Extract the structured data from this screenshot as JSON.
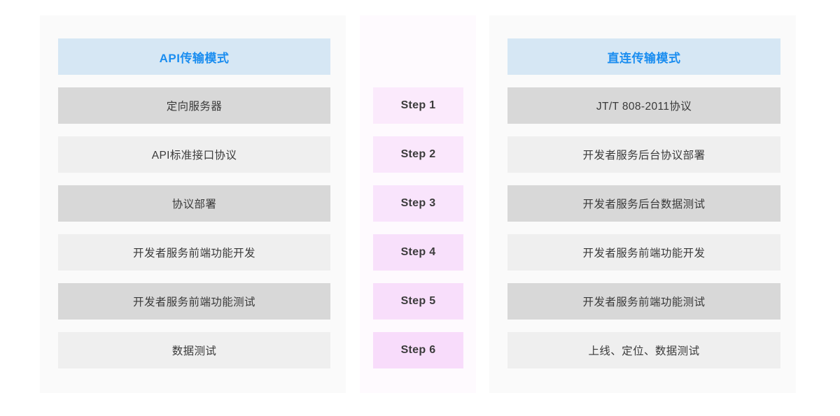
{
  "theme": {
    "page_background": "#ffffff",
    "panel_background": "#fafafa",
    "panel_background_middle": "#fefafe",
    "header_background": "#d6e7f4",
    "header_text_color": "#1a8df0",
    "row_dark": "#d8d8d8",
    "row_light": "#efefef",
    "row_text_color": "#3a3a3a",
    "step_colors": [
      "#fbeafc",
      "#fae7fc",
      "#f9e4fc",
      "#f8e0fb",
      "#f8defb",
      "#f8dcfb"
    ]
  },
  "columns": {
    "left": {
      "header": "API传输模式",
      "rows": [
        {
          "label": "定向服务器",
          "tone": "dark"
        },
        {
          "label": "API标准接口协议",
          "tone": "light"
        },
        {
          "label": "协议部署",
          "tone": "dark"
        },
        {
          "label": "开发者服务前端功能开发",
          "tone": "light"
        },
        {
          "label": "开发者服务前端功能测试",
          "tone": "dark"
        },
        {
          "label": "数据测试",
          "tone": "light"
        }
      ]
    },
    "middle": {
      "steps": [
        {
          "label": "Step 1"
        },
        {
          "label": "Step 2"
        },
        {
          "label": "Step 3"
        },
        {
          "label": "Step 4"
        },
        {
          "label": "Step 5"
        },
        {
          "label": "Step 6"
        }
      ]
    },
    "right": {
      "header": "直连传输模式",
      "rows": [
        {
          "label": "JT/T 808-2011协议",
          "tone": "dark"
        },
        {
          "label": "开发者服务后台协议部署",
          "tone": "light"
        },
        {
          "label": "开发者服务后台数据测试",
          "tone": "dark"
        },
        {
          "label": "开发者服务前端功能开发",
          "tone": "light"
        },
        {
          "label": "开发者服务前端功能测试",
          "tone": "dark"
        },
        {
          "label": "上线、定位、数据测试",
          "tone": "light"
        }
      ]
    }
  }
}
